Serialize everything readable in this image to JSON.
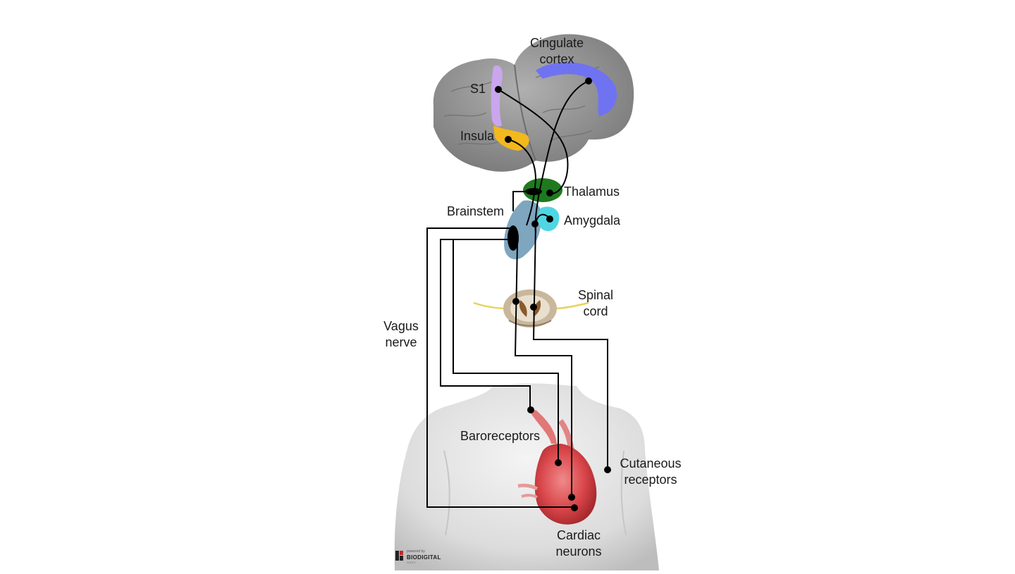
{
  "labels": {
    "cingulate": [
      "Cingulate",
      "cortex"
    ],
    "s1": "S1",
    "insula": "Insula",
    "thalamus": "Thalamus",
    "brainstem": "Brainstem",
    "amygdala": "Amygdala",
    "spinal": [
      "Spinal",
      "cord"
    ],
    "vagus": [
      "Vagus",
      "nerve"
    ],
    "baroreceptors": "Baroreceptors",
    "cutaneous": [
      "Cutaneous",
      "receptors"
    ],
    "cardiac": [
      "Cardiac",
      "neurons"
    ]
  },
  "logo": {
    "small": "powered by",
    "brand": "BIODIGITAL",
    "year": "2019 ©"
  },
  "colors": {
    "brain": "#8e8e8e",
    "cingulate": "#6f73f2",
    "s1": "#c9a6ee",
    "insula": "#f2b81c",
    "thalamus": "#1f7a1f",
    "brainstem": "#7ea6bf",
    "amygdala": "#4fd6e3",
    "heart": "#d9464a",
    "body": "#d6d6d6",
    "line": "#000000"
  }
}
